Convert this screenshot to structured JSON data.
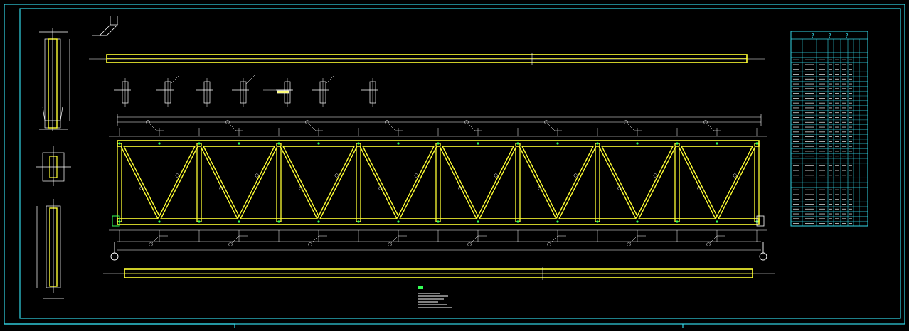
{
  "drawing": {
    "background": "#000000",
    "frame_color": "#33d6e6",
    "line_color": "#ffffff",
    "member_color": "#ffff33",
    "node_color": "#33ff55",
    "panel_count": 16,
    "support_count": 2
  },
  "table": {
    "header_row": [
      "?",
      "?",
      "?"
    ],
    "row_count": 36
  },
  "notes": {
    "line_count": 6
  }
}
